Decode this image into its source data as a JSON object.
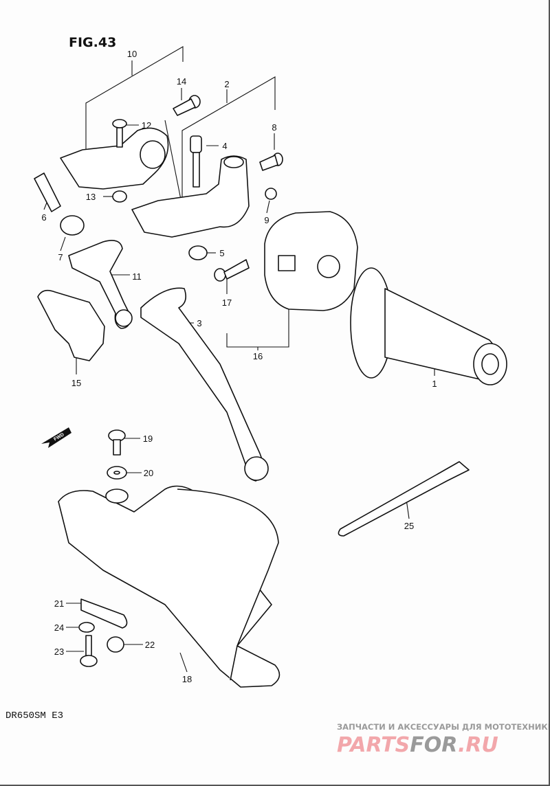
{
  "figure_title": "FIG.43",
  "model_code": "DR650SM E3",
  "fwd_label": "FWD",
  "callouts": {
    "c1": "1",
    "c2": "2",
    "c3": "3",
    "c4": "4",
    "c5": "5",
    "c6": "6",
    "c7": "7",
    "c8": "8",
    "c9": "9",
    "c10": "10",
    "c11": "11",
    "c12": "12",
    "c13": "13",
    "c14": "14",
    "c15": "15",
    "c16": "16",
    "c17": "17",
    "c18": "18",
    "c19": "19",
    "c20": "20",
    "c21": "21",
    "c22": "22",
    "c23": "23",
    "c24": "24",
    "c25": "25"
  },
  "watermark": {
    "tagline": "ЗАПЧАСТИ И АКСЕССУАРЫ ДЛЯ МОТОТЕХНИКИ",
    "brand_a": "PARTS",
    "brand_b": "FOR",
    "brand_c": ".RU",
    "colors": {
      "pink": "#f2a7ab",
      "gray": "#9a9a9a"
    }
  }
}
